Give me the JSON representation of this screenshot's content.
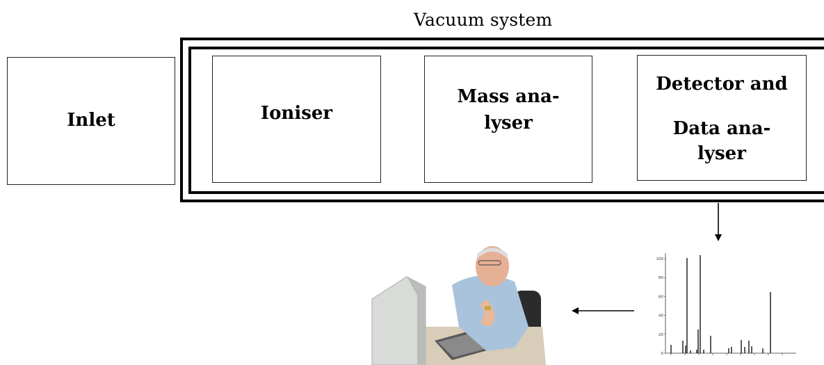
{
  "title": "Vacuum system",
  "stages": {
    "inlet": "Inlet",
    "ioniser": "Ioniser",
    "mass_analyser_line1": "Mass ana-",
    "mass_analyser_line2": "lyser",
    "detector_line1": "Detector and",
    "detector_line2": "Data ana-",
    "detector_line3": "lyser"
  },
  "spectrum": {
    "y_ticks": [
      "100",
      "80",
      "60",
      "40",
      "20",
      "0"
    ]
  },
  "colors": {
    "line": "#000000",
    "background": "#ffffff"
  }
}
